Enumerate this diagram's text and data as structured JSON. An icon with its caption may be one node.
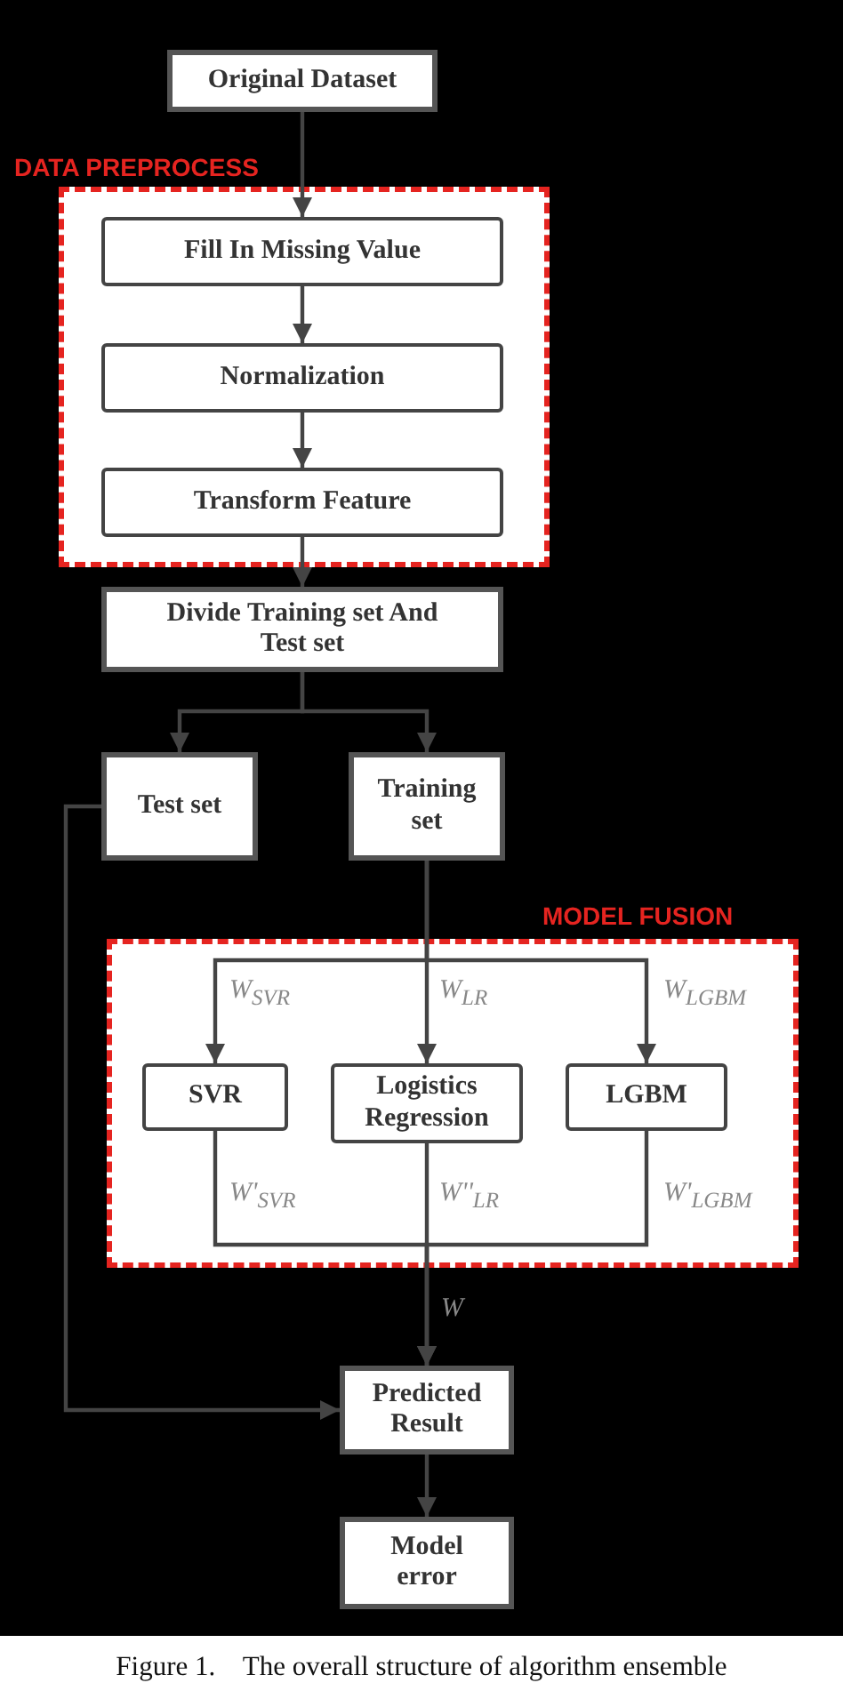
{
  "diagram": {
    "caption": "Figure 1.    The overall structure of algorithm ensemble",
    "nodes": [
      {
        "text": [
          "Original Dataset"
        ]
      },
      {
        "text": [
          "DATA PREPROCESS"
        ]
      },
      {
        "text": [
          "Fill In Missing Value"
        ],
        "in": 1
      },
      {
        "text": [
          "Normalization"
        ],
        "in": 1
      },
      {
        "text": [
          "Transform Feature"
        ],
        "in": 1
      },
      {
        "text": [
          "Divide Training set And Test set"
        ]
      },
      {
        "text": [
          "Test set"
        ]
      },
      {
        "text": [
          "Training set"
        ]
      },
      {
        "text": [
          "MODEL FUSION"
        ]
      },
      {
        "text": [
          "SVR"
        ],
        "in": 8
      },
      {
        "text": [
          "Logistics Regression"
        ],
        "in": 8
      },
      {
        "text": [
          "LGBM"
        ],
        "in": 8
      },
      {
        "text": [
          "Predicted Result"
        ]
      },
      {
        "text": [
          "Model error"
        ]
      }
    ],
    "edges": [
      {
        "from": 0,
        "to": 2,
        "arrow": "to"
      },
      {
        "from": 2,
        "to": 3,
        "arrow": "to"
      },
      {
        "from": 3,
        "to": 4,
        "arrow": "to"
      },
      {
        "from": 4,
        "to": 5,
        "arrow": "to"
      },
      {
        "from": 5,
        "to": 6,
        "arrow": "to"
      },
      {
        "from": 5,
        "to": 7,
        "arrow": "to"
      },
      {
        "from": 7,
        "to": 9,
        "arrow": "to",
        "label": "W$_{SVR}$"
      },
      {
        "from": 7,
        "to": 10,
        "arrow": "to",
        "label": "W$_{LR}$"
      },
      {
        "from": 7,
        "to": 11,
        "arrow": "to",
        "label": "W$_{LGBM}$"
      },
      {
        "from": 9,
        "to": 12,
        "arrow": "to",
        "label": "W'$_{SVR}$"
      },
      {
        "from": 10,
        "to": 12,
        "arrow": "to",
        "label": "W''$_{LR}$"
      },
      {
        "from": 11,
        "to": 12,
        "arrow": "to",
        "label": "W'$_{LGBM}$"
      },
      {
        "from": 6,
        "to": 12,
        "arrow": "to"
      },
      {
        "from": 12,
        "to": 13,
        "arrow": "to"
      }
    ],
    "labels": [
      "W"
    ]
  }
}
